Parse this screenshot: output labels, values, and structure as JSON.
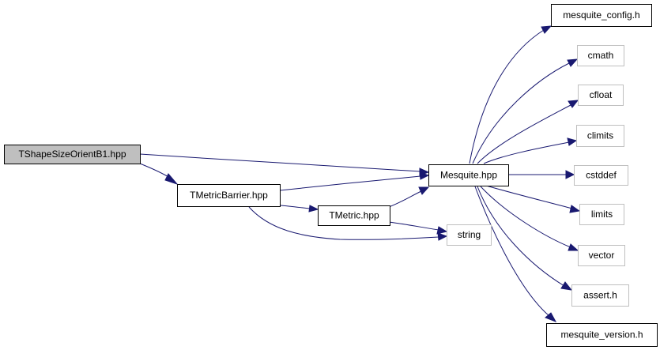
{
  "graph": {
    "colors": {
      "edge": "#191970",
      "root_fill": "#bfbfbf",
      "documented_border": "#000000",
      "undocumented_border": "#bfbfbf",
      "text": "#000000"
    },
    "nodes": [
      {
        "id": "tshape",
        "label": "TShapeSizeOrientB1.hpp",
        "style": "root"
      },
      {
        "id": "tmb",
        "label": "TMetricBarrier.hpp",
        "style": "documented"
      },
      {
        "id": "tm",
        "label": "TMetric.hpp",
        "style": "documented"
      },
      {
        "id": "mesq",
        "label": "Mesquite.hpp",
        "style": "documented"
      },
      {
        "id": "string",
        "label": "string",
        "style": "external"
      },
      {
        "id": "mconf",
        "label": "mesquite_config.h",
        "style": "documented"
      },
      {
        "id": "cmath",
        "label": "cmath",
        "style": "external"
      },
      {
        "id": "cfloat",
        "label": "cfloat",
        "style": "external"
      },
      {
        "id": "climits",
        "label": "climits",
        "style": "external"
      },
      {
        "id": "cstddef",
        "label": "cstddef",
        "style": "external"
      },
      {
        "id": "limits",
        "label": "limits",
        "style": "external"
      },
      {
        "id": "vector",
        "label": "vector",
        "style": "external"
      },
      {
        "id": "assert",
        "label": "assert.h",
        "style": "external"
      },
      {
        "id": "mver",
        "label": "mesquite_version.h",
        "style": "documented"
      }
    ],
    "edges": [
      {
        "from": "tshape",
        "to": "mesq"
      },
      {
        "from": "tshape",
        "to": "tmb"
      },
      {
        "from": "tmb",
        "to": "mesq"
      },
      {
        "from": "tmb",
        "to": "tm"
      },
      {
        "from": "tmb",
        "to": "string"
      },
      {
        "from": "tm",
        "to": "mesq"
      },
      {
        "from": "tm",
        "to": "string"
      },
      {
        "from": "mesq",
        "to": "mconf"
      },
      {
        "from": "mesq",
        "to": "cmath"
      },
      {
        "from": "mesq",
        "to": "cfloat"
      },
      {
        "from": "mesq",
        "to": "climits"
      },
      {
        "from": "mesq",
        "to": "cstddef"
      },
      {
        "from": "mesq",
        "to": "limits"
      },
      {
        "from": "mesq",
        "to": "vector"
      },
      {
        "from": "mesq",
        "to": "assert"
      },
      {
        "from": "mesq",
        "to": "mver"
      }
    ]
  }
}
